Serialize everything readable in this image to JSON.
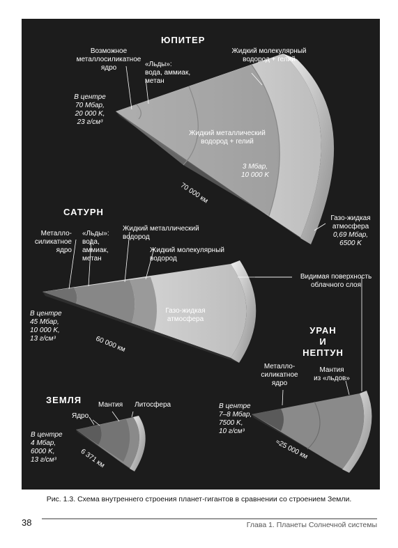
{
  "jupiter": {
    "title": "ЮПИТЕР",
    "core_label": "Возможное\nметаллосиликатное\nядро",
    "ices_label": "«Льды»:\nвода, аммиак,\nметан",
    "molecular_label": "Жидкий молекулярный\nводород + гелий",
    "center_label": "В центре\n70 Мбар,\n20 000 K,\n23 г/см³",
    "metallic_label": "Жидкий металлический\nводород + гелий",
    "transition_label": "3 Мбар,\n10 000 K",
    "radius_label": "70 000 км",
    "atmosphere_label": "Газо-жидкая\nатмосфера",
    "atmosphere_values": "0,69 Мбар,\n6500 K"
  },
  "saturn": {
    "title": "САТУРН",
    "core_label": "Металло-\nсиликатное\nядро",
    "ices_label": "«Льды»:\nвода,\nаммиак,\nметан",
    "metallic_label": "Жидкий металлический\nводород",
    "molecular_label": "Жидкий молекулярный\nводород",
    "center_label": "В центре\n45 Мбар,\n10 000 K,\n13 г/см³",
    "atmosphere_label": "Газо-жидкая\nатмосфера",
    "radius_label": "60 000 км"
  },
  "visible_surface_label": "Видимая поверхность\nоблачного слоя",
  "uranus_neptune": {
    "title": "УРАН\nИ\nНЕПТУН",
    "core_label": "Металло-\nсиликатное\nядро",
    "mantle_label": "Мантия\nиз «льдов»",
    "center_label": "В центре\n7–8 Мбар,\n7500 K,\n10 г/см³",
    "radius_label": "≈25 000 км"
  },
  "earth": {
    "title": "ЗЕМЛЯ",
    "mantle_label": "Мантия",
    "lithosphere_label": "Литосфера",
    "core_label": "Ядро",
    "center_label": "В центре\n4 Мбар,\n6000 K,\n13 г/см³",
    "radius_label": "6 371 км"
  },
  "caption": "Рис. 1.3. Схема внутреннего строения планет-гигантов в сравнении со строением Земли.",
  "page_number": "38",
  "chapter_title": "Глава 1. Планеты Солнечной системы"
}
